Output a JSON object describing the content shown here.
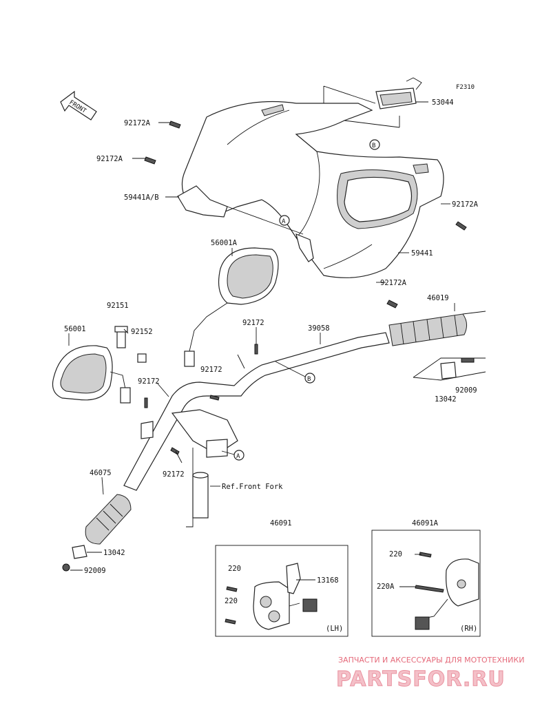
{
  "diagram": {
    "figure_code": "F2310",
    "front_arrow_label": "FRONT",
    "part_labels": [
      {
        "id": "lbl-53044",
        "text": "53044"
      },
      {
        "id": "lbl-92172a-1",
        "text": "92172A"
      },
      {
        "id": "lbl-92172a-2",
        "text": "92172A"
      },
      {
        "id": "lbl-59441ab",
        "text": "59441A/B"
      },
      {
        "id": "lbl-92172a-3",
        "text": "92172A"
      },
      {
        "id": "lbl-56001a",
        "text": "56001A"
      },
      {
        "id": "lbl-59441",
        "text": "59441"
      },
      {
        "id": "lbl-92172a-4",
        "text": "92172A"
      },
      {
        "id": "lbl-92151",
        "text": "92151"
      },
      {
        "id": "lbl-46019",
        "text": "46019"
      },
      {
        "id": "lbl-92172-1",
        "text": "92172"
      },
      {
        "id": "lbl-39058",
        "text": "39058"
      },
      {
        "id": "lbl-56001",
        "text": "56001"
      },
      {
        "id": "lbl-92152",
        "text": "92152"
      },
      {
        "id": "lbl-92172-2",
        "text": "92172"
      },
      {
        "id": "lbl-92172-3",
        "text": "92172"
      },
      {
        "id": "lbl-92009-1",
        "text": "92009"
      },
      {
        "id": "lbl-13042-1",
        "text": "13042"
      },
      {
        "id": "lbl-92172-4",
        "text": "92172"
      },
      {
        "id": "lbl-46075",
        "text": "46075"
      },
      {
        "id": "lbl-ref-fork",
        "text": "Ref.Front Fork"
      },
      {
        "id": "lbl-46091",
        "text": "46091"
      },
      {
        "id": "lbl-46091a",
        "text": "46091A"
      },
      {
        "id": "lbl-13042-2",
        "text": "13042"
      },
      {
        "id": "lbl-92009-2",
        "text": "92009"
      },
      {
        "id": "lbl-220-1",
        "text": "220"
      },
      {
        "id": "lbl-13168",
        "text": "13168"
      },
      {
        "id": "lbl-220-2",
        "text": "220"
      },
      {
        "id": "lbl-220-3",
        "text": "220"
      },
      {
        "id": "lbl-220a",
        "text": "220A"
      },
      {
        "id": "lbl-lh",
        "text": "(LH)"
      },
      {
        "id": "lbl-rh",
        "text": "(RH)"
      }
    ],
    "callouts": [
      "A",
      "B"
    ]
  },
  "watermark": {
    "tagline": "ЗАПЧАСТИ И АКСЕССУАРЫ ДЛЯ МОТОТЕХНИКИ",
    "brand": "PARTSFOR.RU"
  },
  "colors": {
    "line": "#111111",
    "watermark_text": "#e56a7a",
    "watermark_fill": "#f4c0c8"
  }
}
